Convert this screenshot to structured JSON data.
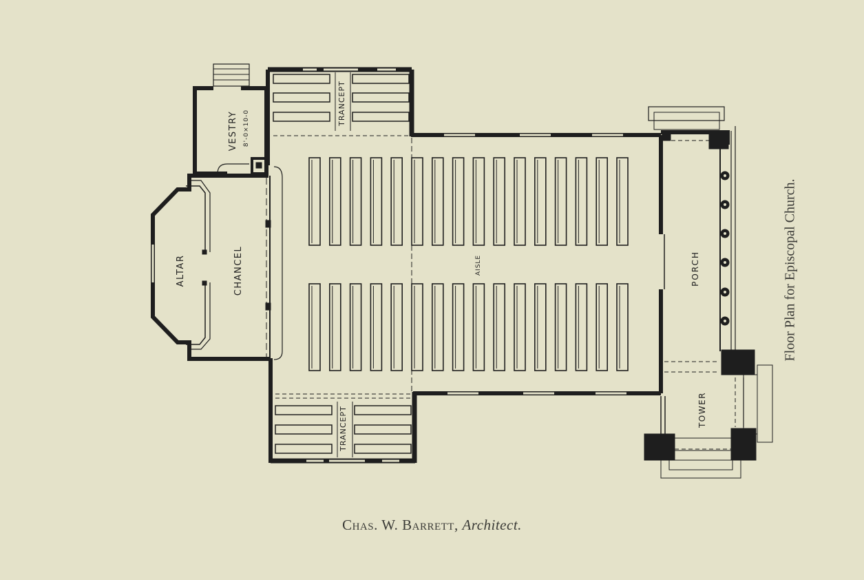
{
  "title": "Floor Plan for Episcopal Church.",
  "caption": {
    "name": "Chas. W. Barrett",
    "separator": ", ",
    "role": "Architect."
  },
  "rooms": {
    "vestry": "VESTRY",
    "vestry_size": "8'-0×10-0",
    "altar": "ALTAR",
    "chancel": "CHANCEL",
    "trancept_top": "TRANCEPT",
    "trancept_bottom": "TRANCEPT",
    "aisle": "AISLE",
    "porch": "PORCH",
    "tower": "TOWER"
  },
  "colors": {
    "paper": "#e4e2c9",
    "ink": "#1e1e1e"
  }
}
